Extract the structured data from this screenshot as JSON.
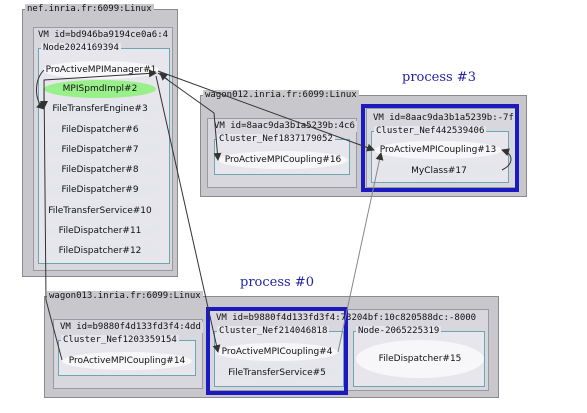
{
  "hosts": {
    "nef": {
      "label": "nef.inria.fr:6099:Linux"
    },
    "wagon012": {
      "label": "wagon012.inria.fr:6099:Linux"
    },
    "wagon013": {
      "label": "wagon013.inria.fr:6099:Linux"
    }
  },
  "vms": {
    "nef": "VM id=bd946ba9194ce0a6:4",
    "w12a": "VM id=8aac9da3b1a5239b:4c6",
    "w12b": "VM id=8aac9da3b1a5239b:-7f",
    "w13a": "VM id=b9880f4d133fd3f4:4dd",
    "w13b": "VM id=b9880f4d133fd3f4:73204bf:10c820588dc:-8000"
  },
  "nodes": {
    "n_nef": "Node2024169394",
    "c_w12a": "Cluster_Nef1837179052",
    "c_w12b": "Cluster_Nef442539406",
    "c_w13a": "Cluster_Nef1203359154",
    "c_w13b": "Cluster_Nef214046818",
    "n_w13b": "Node-2065225319"
  },
  "objects": {
    "nef": [
      "ProActiveMPIManager#1",
      "MPISpmdImpl#2",
      "FileTransferEngine#3",
      "FileDispatcher#6",
      "FileDispatcher#7",
      "FileDispatcher#8",
      "FileDispatcher#9",
      "FileTransferService#10",
      "FileDispatcher#11",
      "FileDispatcher#12"
    ],
    "w12a": "ProActiveMPICoupling#16",
    "w12b": [
      "ProActiveMPICoupling#13",
      "MyClass#17"
    ],
    "w13a": "ProActiveMPICoupling#14",
    "w13b": [
      "ProActiveMPICoupling#4",
      "FileTransferService#5"
    ],
    "w13c": "FileDispatcher#15"
  },
  "processes": {
    "p3": "process #3",
    "p0": "process #0"
  },
  "colors": {
    "highlight": "#1a1ac0",
    "edge": "#333333",
    "active": "#99f08a"
  }
}
